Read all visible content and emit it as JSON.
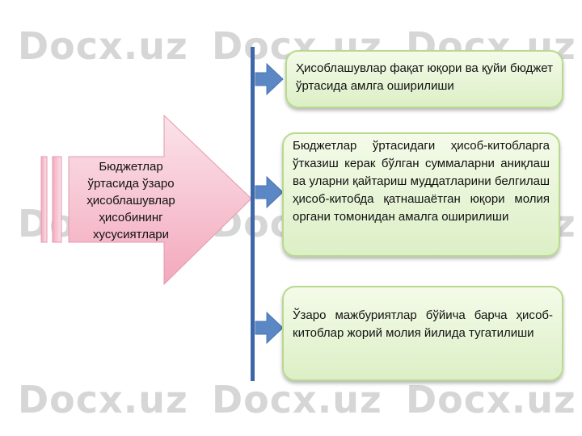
{
  "main_arrow": {
    "label": "Бюджетлар ўртасида ўзаро ҳисоблашувлар ҳисобининг хусусиятлари"
  },
  "branches": [
    {
      "text": "Ҳисоблашувлар фақат юқори ва қуйи бюджет ўртасида амлга оширилиши"
    },
    {
      "text": "Бюджетлар ўртасидаги ҳисоб-китобларга ўтказиш керак бўлган суммаларни аниқлаш ва уларни қайтариш муддатларини белгилаш ҳисоб-китобда қатнашаётган юқори молия органи томонидан амалга оширилиши"
    },
    {
      "text": "Ўзаро мажбуриятлар бўйича барча ҳисоб-китоблар жорий молия йилида тугатилиши"
    }
  ],
  "watermark": {
    "text": "Docx.uz"
  },
  "colors": {
    "arrow_fill_top": "#fbe3ea",
    "arrow_fill_bottom": "#f3a9bd",
    "arrow_stroke": "#e39aac",
    "connector_line": "#3d67a8",
    "branch_arrow": "#5b87c5",
    "box_fill": "#e6f4d6",
    "box_border": "#b9d98f",
    "watermark": "#d6d6d6"
  }
}
